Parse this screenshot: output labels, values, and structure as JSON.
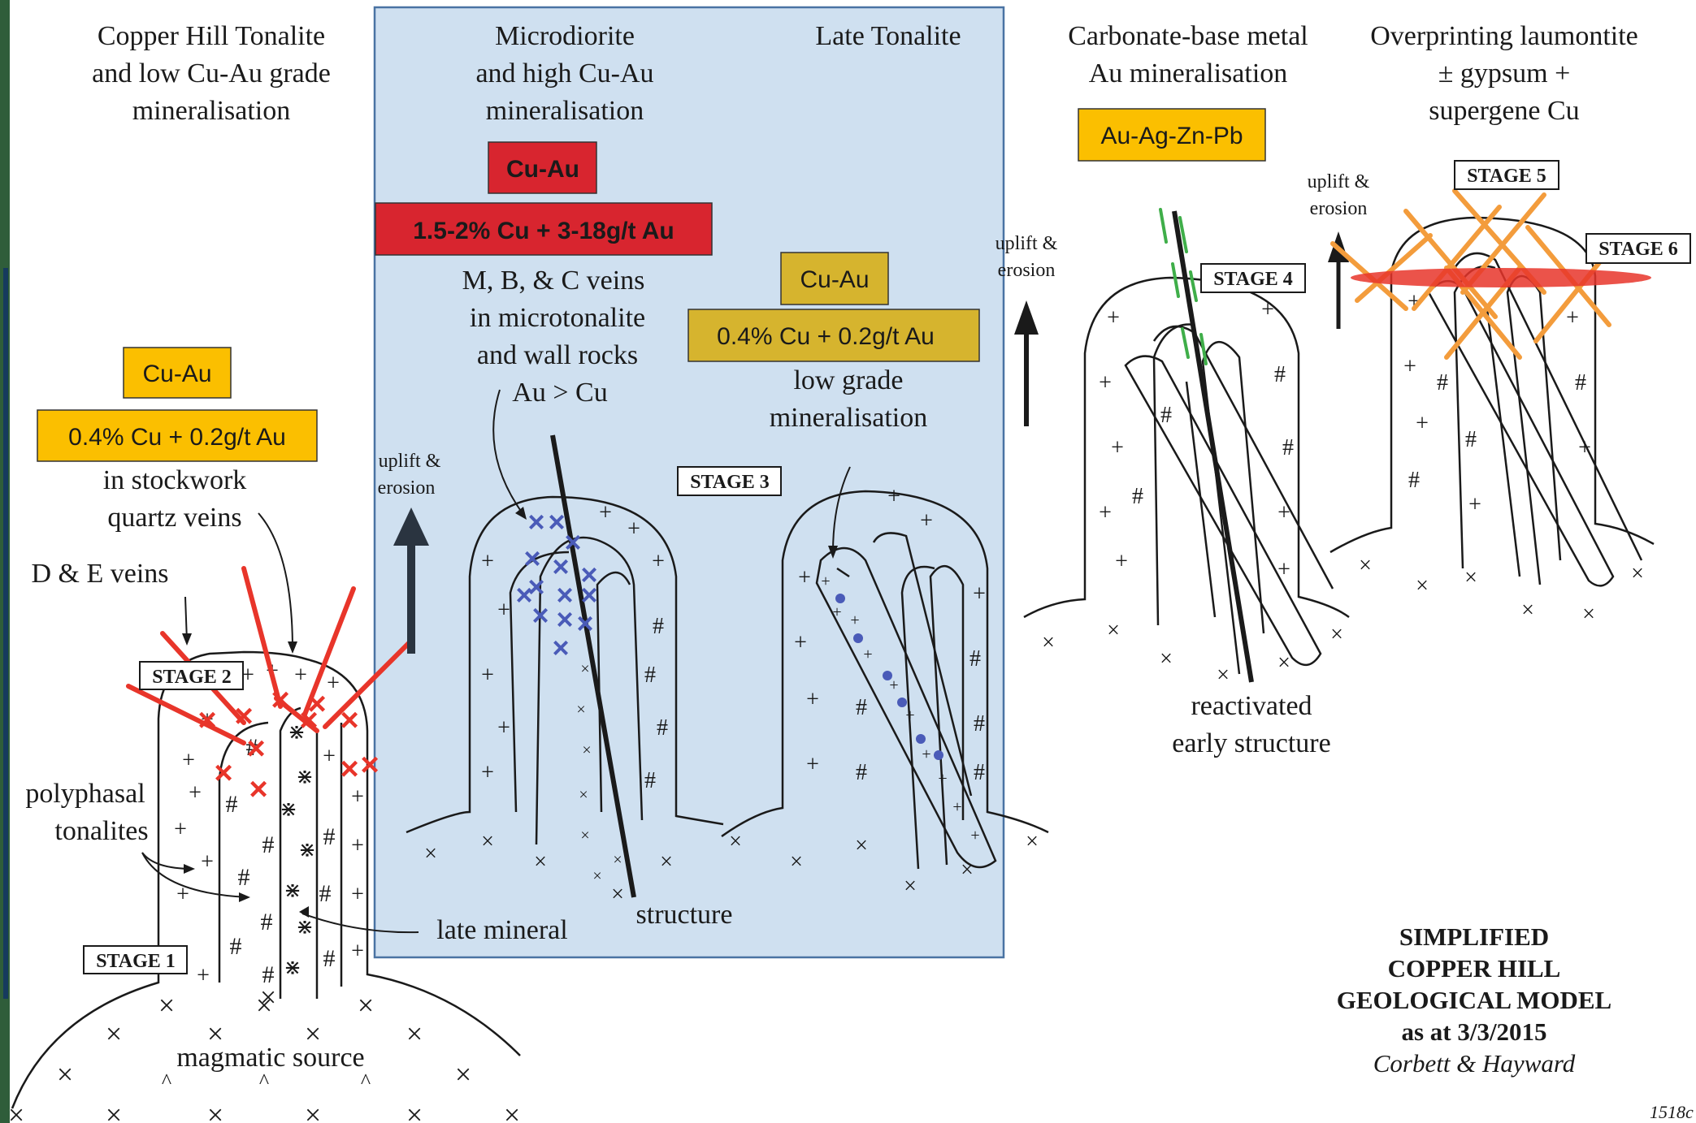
{
  "colors": {
    "panel_fill": "#cfe0f0",
    "panel_border": "#4a73a3",
    "red_box": "#d8252f",
    "yellow_box": "#fbbf00",
    "olive_box": "#d6b42e",
    "red_line": "#e8352a",
    "orange_line": "#f39c3c",
    "blue_mark": "#4a5bb8",
    "green_mark": "#3fae49"
  },
  "headings": {
    "stage1_2": [
      "Copper Hill Tonalite",
      "and low Cu-Au grade",
      "mineralisation"
    ],
    "microdiorite": [
      "Microdiorite",
      "and high Cu-Au",
      "mineralisation"
    ],
    "late_tonalite": "Late Tonalite",
    "carbonate": [
      "Carbonate-base metal",
      "Au mineralisation"
    ],
    "overprint": [
      "Overprinting laumontite",
      "± gypsum +",
      "supergene Cu"
    ]
  },
  "boxes": {
    "cu_au_left": "Cu-Au",
    "grade_left": "0.4% Cu + 0.2g/t Au",
    "cu_au_red": "Cu-Au",
    "grade_red": "1.5-2% Cu + 3-18g/t Au",
    "cu_au_mid": "Cu-Au",
    "grade_mid": "0.4% Cu + 0.2g/t Au",
    "au_ag": "Au-Ag-Zn-Pb"
  },
  "stages": {
    "s1": "STAGE 1",
    "s2": "STAGE 2",
    "s3": "STAGE 3",
    "s4": "STAGE 4",
    "s5": "STAGE 5",
    "s6": "STAGE 6"
  },
  "labels": {
    "stockwork": [
      "in stockwork",
      "quartz veins"
    ],
    "de_veins": "D & E veins",
    "polyphasal": [
      "polyphasal",
      "tonalites"
    ],
    "late_mineral": "late mineral",
    "magmatic": "magmatic source",
    "mbc": [
      "M, B, & C veins",
      "in microtonalite",
      "and wall rocks",
      "Au > Cu"
    ],
    "structure": "structure",
    "low_grade": [
      "low grade",
      "mineralisation"
    ],
    "uplift1": [
      "uplift &",
      "erosion"
    ],
    "uplift2": [
      "uplift &",
      "erosion"
    ],
    "uplift3": [
      "uplift &",
      "erosion"
    ],
    "reactivated": [
      "reactivated",
      "early structure"
    ]
  },
  "title_block": {
    "lines": [
      "SIMPLIFIED",
      "COPPER HILL",
      "GEOLOGICAL MODEL",
      "as at 3/3/2015"
    ],
    "authors": "Corbett & Hayward",
    "figure_no": "1518c"
  }
}
